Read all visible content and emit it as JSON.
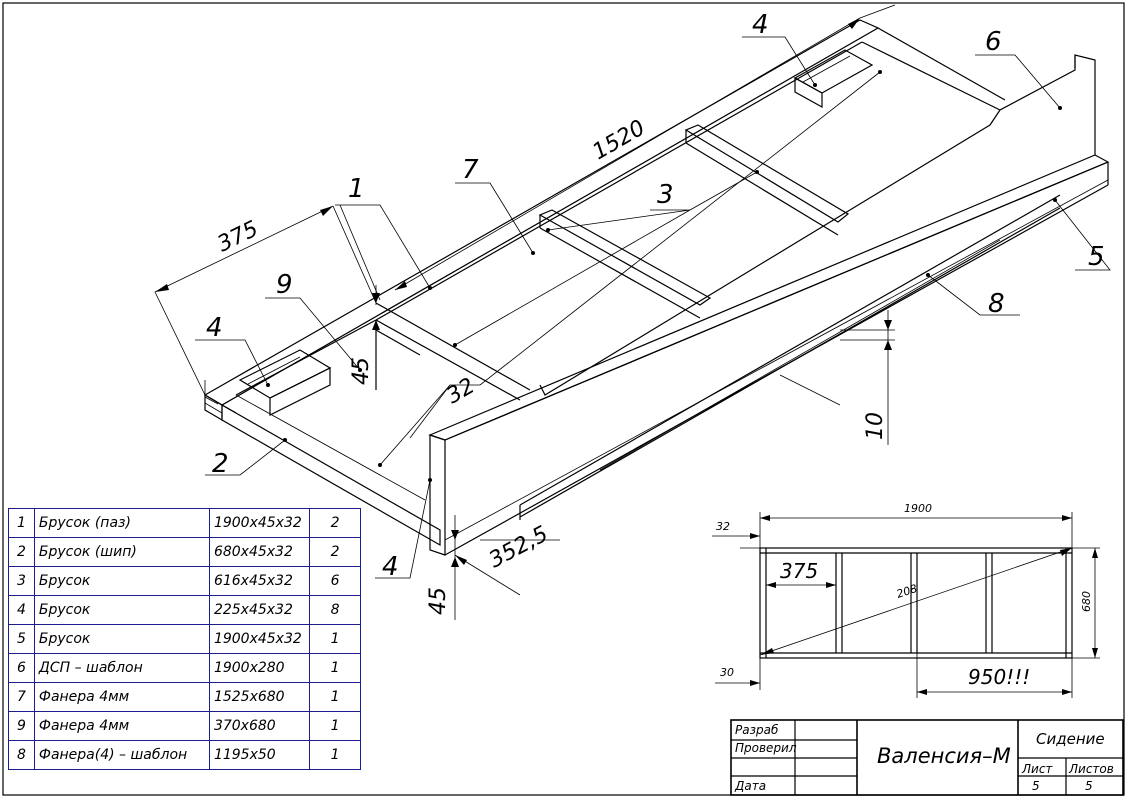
{
  "callouts": {
    "c1": "1",
    "c2": "2",
    "c3": "3",
    "c4a": "4",
    "c4b": "4",
    "c4c": "4",
    "c5": "5",
    "c6": "6",
    "c7": "7",
    "c8": "8",
    "c9": "9"
  },
  "iso_dims": {
    "d1520": "1520",
    "d375": "375",
    "d45a": "45",
    "d32": "32",
    "d10": "10",
    "d3525": "352,5",
    "d45b": "45"
  },
  "plan_view": {
    "d1900": "1900",
    "d32": "32",
    "d375": "375",
    "d208": "208",
    "d680": "680",
    "d30": "30",
    "d950": "950!!!"
  },
  "parts_table": [
    {
      "pos": "1",
      "name": "Брусок (паз)",
      "size": "1900х45х32",
      "qty": "2"
    },
    {
      "pos": "2",
      "name": "Брусок (шип)",
      "size": "680х45х32",
      "qty": "2"
    },
    {
      "pos": "3",
      "name": "Брусок",
      "size": "616х45х32",
      "qty": "6"
    },
    {
      "pos": "4",
      "name": "Брусок",
      "size": "225х45х32",
      "qty": "8"
    },
    {
      "pos": "5",
      "name": "Брусок",
      "size": "1900х45х32",
      "qty": "1"
    },
    {
      "pos": "6",
      "name": "ДСП – шаблон",
      "size": "1900х280",
      "qty": "1"
    },
    {
      "pos": "7",
      "name": "Фанера 4мм",
      "size": "1525х680",
      "qty": "1"
    },
    {
      "pos": "9",
      "name": "Фанера 4мм",
      "size": "370х680",
      "qty": "1"
    },
    {
      "pos": "8",
      "name": "Фанера(4) – шаблон",
      "size": "1195х50",
      "qty": "1"
    }
  ],
  "title_block": {
    "razrab": "Разраб",
    "proveril": "Проверил",
    "data": "Дата",
    "drawing_name": "Валенсия–М",
    "part_name": "Сидение",
    "list_label": "Лист",
    "listov_label": "Листов",
    "list_value": "5",
    "listov_value": "5"
  }
}
